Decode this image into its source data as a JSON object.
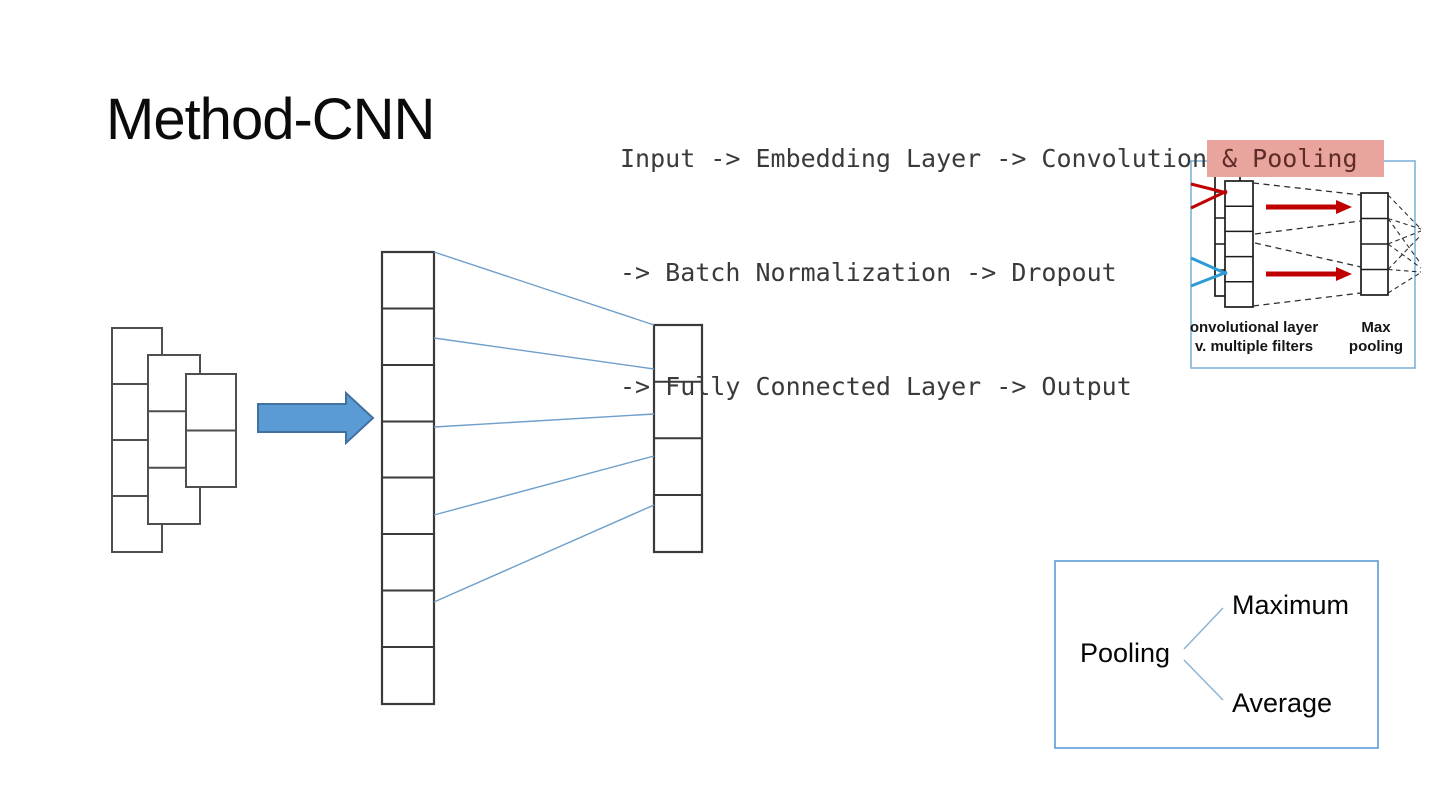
{
  "title": "Method-CNN",
  "pipeline": {
    "line1_pre": "Input -> Embedding Layer -> Convolution",
    "line1_highlight": " & Pooling",
    "line2": "-> Batch Normalization -> Dropout",
    "line3": "-> Fully Connected Layer -> Output"
  },
  "diagram": {
    "input_stack_cell_counts": [
      4,
      3,
      2
    ],
    "conv_column_cells": 8,
    "pooled_column_cells": 4,
    "connection_line_count": 5
  },
  "figure": {
    "caption_left_line1": "onvolutional layer",
    "caption_left_line2": "v. multiple filters",
    "caption_right_line1": "Max",
    "caption_right_line2": "pooling",
    "feature_map_cells": 5,
    "max_pool_cells": 4
  },
  "pooling_box": {
    "root": "Pooling",
    "branch_top": "Maximum",
    "branch_bottom": "Average"
  },
  "colors": {
    "accent_blue": "#5b9bd5",
    "arrow_border": "#41719c",
    "conn_blue": "#6f9fca",
    "crimson": "#c00000",
    "cyan_blue": "#2e9bd6",
    "figure_border": "#7eb3d8",
    "box_border": "#5b9bd5",
    "branch_blue": "#8cb4d8",
    "highlight": "#e9a49e",
    "highlight_text": "#5f2c28",
    "code_text": "#3a3a3a"
  }
}
